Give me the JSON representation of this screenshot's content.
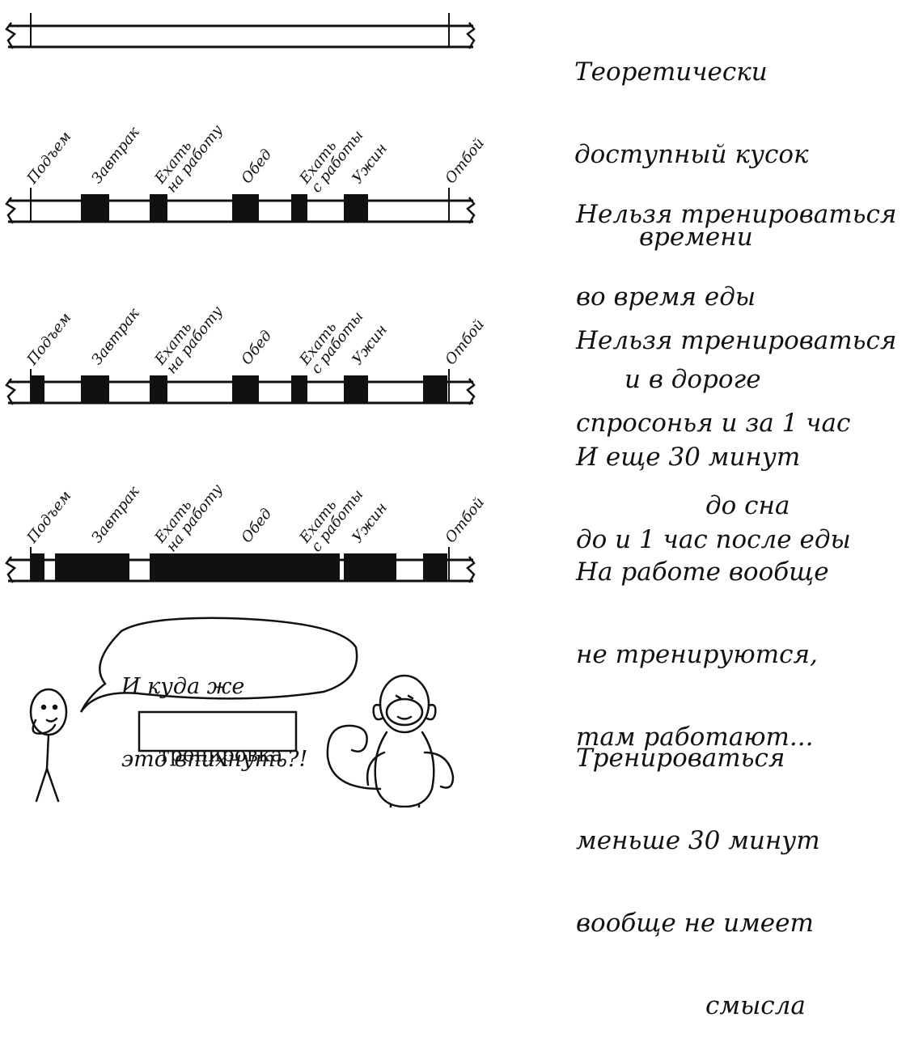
{
  "timeline_labels": [
    "Подъем",
    "Завтрак",
    "Ехать на работу",
    "Обед",
    "Ехать с работы",
    "Ужин",
    "Отбой"
  ],
  "notes": [
    [
      "Теоретически",
      "доступный кусок",
      "времени"
    ],
    [
      "Нельзя тренироваться",
      "во время еды",
      "и в дороге"
    ],
    [
      "Нельзя тренироваться",
      "спросонья и за 1 час",
      "до сна"
    ],
    [
      "И еще 30 минут",
      "до и 1 час после еды"
    ],
    [
      "На работе вообще",
      "не тренируются,",
      "там работают..."
    ],
    [
      "Тренироваться",
      "меньше 30 минут",
      "вообще не имеет",
      "смысла"
    ]
  ],
  "speech_bubble": [
    "И куда же",
    "это впихнуть?!"
  ],
  "box_label": "тренировка"
}
